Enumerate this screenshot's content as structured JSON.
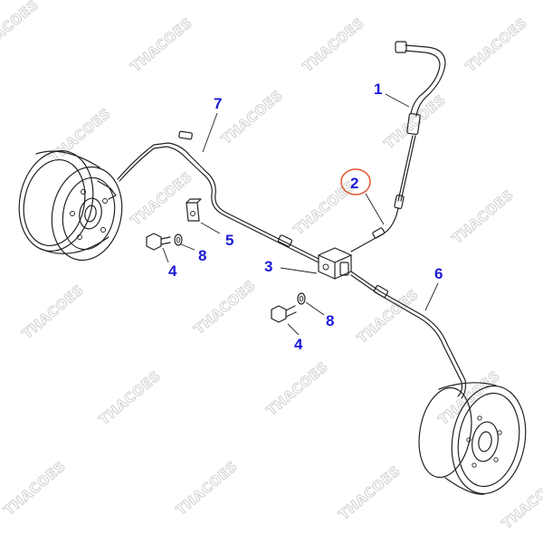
{
  "watermark_text": "THACOES",
  "callouts": {
    "c1": "1",
    "c2": "2",
    "c3": "3",
    "c4a": "4",
    "c4b": "4",
    "c5": "5",
    "c6": "6",
    "c7": "7",
    "c8a": "8",
    "c8b": "8"
  },
  "colors": {
    "callout": "#1a1ad6",
    "highlight_circle": "#e2552e",
    "line": "#222222",
    "watermark": "#c8c8c8"
  }
}
